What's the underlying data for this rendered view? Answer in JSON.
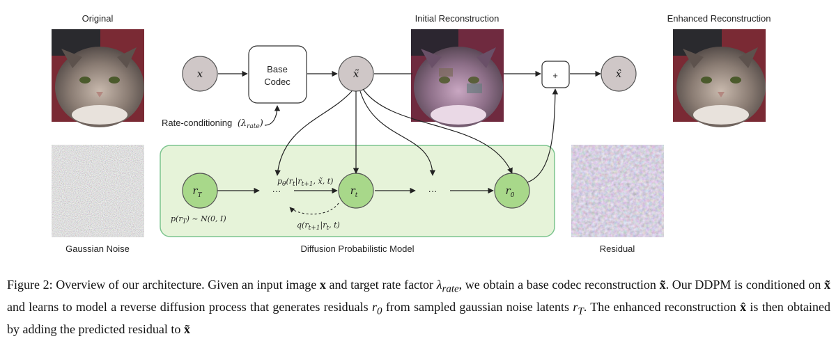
{
  "labels": {
    "original": "Original",
    "initial": "Initial Reconstruction",
    "enhanced": "Enhanced Reconstruction",
    "gaussian": "Gaussian Noise",
    "dpm": "Diffusion Probabilistic Model",
    "residual": "Residual",
    "base_codec_1": "Base",
    "base_codec_2": "Codec",
    "rate_cond": "Rate-conditioning",
    "plus": "+",
    "dots": "···"
  },
  "math": {
    "x": "x",
    "xt": "x̃",
    "xh": "x̂",
    "rT_base": "r",
    "rT_sub": "T",
    "rt_base": "r",
    "rt_sub": "t",
    "r0_base": "r",
    "r0_sub": "0",
    "lambda_base": "(λ",
    "lambda_sub": "rate",
    "lambda_close": ")",
    "p_theta": "p",
    "p_theta_sub": "θ",
    "p_theta_args": "(r",
    "p_theta_tail": "|r",
    "p_theta_tail2": ", x̃, t)",
    "t1": "t",
    "t2": "t+1",
    "q": "q(r",
    "q_tail": "|r",
    "q_tail2": ", t)",
    "prior": "p(r",
    "prior_tail": ") ~ N(0, I)"
  },
  "caption": {
    "p1": "Figure 2: Overview of our architecture. Given an input image ",
    "x": "x",
    "p2": " and target rate factor ",
    "lam": "λ",
    "lam_sub": "rate",
    "p3": ", we obtain a base codec reconstruction ",
    "xt": "x̃",
    "p4": ". Our DDPM is conditioned on ",
    "xt2": "x̃",
    "p5": " and learns to model a reverse diffusion process that generates residuals ",
    "r0": "r",
    "r0_sub": "0",
    "p6": " from sampled gaussian noise latents ",
    "rT": "r",
    "rT_sub": "T",
    "p7": ". The enhanced reconstruction ",
    "xh": "x̂",
    "p8": " is then obtained by adding the predicted residual to ",
    "xt3": "x̃"
  },
  "colors": {
    "grey_node": "#cfc7c7",
    "green_node": "#a8d88a",
    "green_panel": "#e6f3d9",
    "green_border": "#7cc48e"
  }
}
